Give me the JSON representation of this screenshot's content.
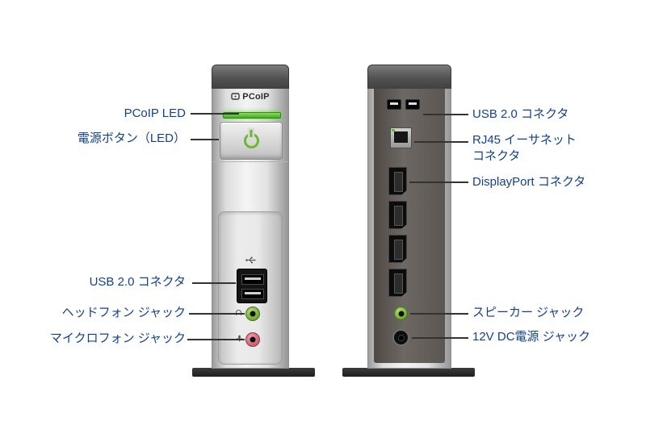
{
  "diagram": {
    "device_logo": "PCoIP"
  },
  "colors": {
    "label_text": "#14418f",
    "leader_line": "#333333",
    "led_green": "#5cc230",
    "power_symbol_green": "#70b62f",
    "headphone_jack_green": "#7db13d",
    "speaker_jack_green": "#7db13d",
    "microphone_jack_pink": "#d16874",
    "tower_silver": "#e2e2e2",
    "back_panel_gray": "#5b5652"
  },
  "front": {
    "labels": {
      "pcoip_led": "PCoIP LED",
      "power_button": "電源ボタン（LED）",
      "usb": "USB 2.0 コネクタ",
      "headphone": "ヘッドフォン ジャック",
      "microphone": "マイクロフォン ジャック"
    }
  },
  "back": {
    "labels": {
      "usb": "USB 2.0 コネクタ",
      "rj45": "RJ45 イーサネット\nコネクタ",
      "displayport": "DisplayPort コネクタ",
      "speaker": "スピーカー ジャック",
      "dc_power": "12V DC電源 ジャック"
    }
  },
  "icons": {
    "pcoip_logo": "monitor-icon",
    "power": "power-symbol-icon",
    "usb": "usb-trident-icon",
    "headphone": "headphone-icon",
    "microphone": "microphone-icon"
  }
}
